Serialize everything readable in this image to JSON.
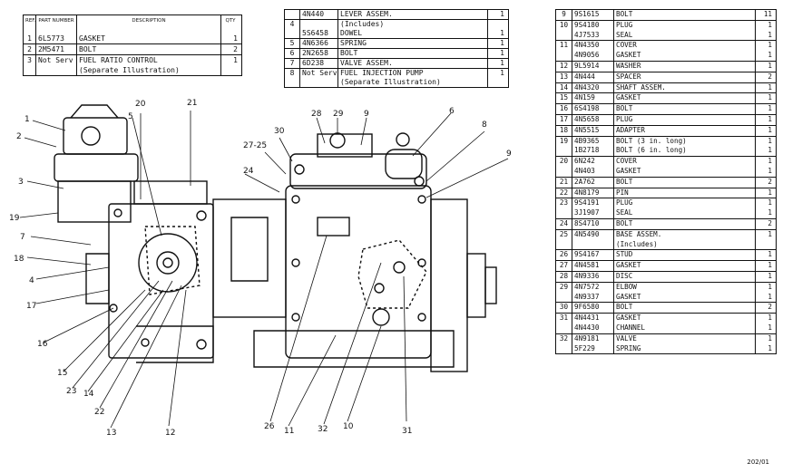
{
  "table1": {
    "headers": {
      "ref": "REF. NO.",
      "part": "PART NUMBER",
      "desc": "DESCRIPTION",
      "qty": "QTY"
    },
    "rows": [
      {
        "ref": "1",
        "part": "6L5773",
        "desc": "GASKET",
        "qty": "1"
      },
      {
        "ref": "2",
        "part": "2M5471",
        "desc": "BOLT",
        "qty": "2"
      },
      {
        "ref": "3",
        "part": "Not Serv",
        "desc": "FUEL RATIO CONTROL",
        "qty": "1"
      },
      {
        "ref": "",
        "part": "",
        "desc": "(Separate Illustration)",
        "qty": ""
      }
    ]
  },
  "table2": {
    "rows": [
      {
        "ref": "",
        "part": "4N440",
        "desc": "LEVER ASSEM.",
        "qty": "1"
      },
      {
        "ref": "4",
        "part": "",
        "desc": "(Includes)",
        "qty": ""
      },
      {
        "ref": "",
        "part": "5S6458",
        "desc": "DOWEL",
        "qty": "1"
      },
      {
        "ref": "5",
        "part": "4N6366",
        "desc": "SPRING",
        "qty": "1"
      },
      {
        "ref": "6",
        "part": "2N2658",
        "desc": "BOLT",
        "qty": "1"
      },
      {
        "ref": "7",
        "part": "6D238",
        "desc": "VALVE ASSEM.",
        "qty": "1"
      },
      {
        "ref": "8",
        "part": "Not Serv",
        "desc": "FUEL INJECTION PUMP",
        "qty": "1"
      },
      {
        "ref": "",
        "part": "",
        "desc": "(Separate Illustration)",
        "qty": ""
      }
    ]
  },
  "table3": {
    "rows": [
      {
        "ref": "9",
        "part": "9S1615",
        "desc": "BOLT",
        "qty": "11"
      },
      {
        "ref": "10",
        "part": "9S4180",
        "desc": "PLUG",
        "qty": "1"
      },
      {
        "ref": "",
        "part": "4J7533",
        "desc": "SEAL",
        "qty": "1"
      },
      {
        "ref": "11",
        "part": "4N4350",
        "desc": "COVER",
        "qty": "1"
      },
      {
        "ref": "",
        "part": "4N9056",
        "desc": "GASKET",
        "qty": "1"
      },
      {
        "ref": "12",
        "part": "9L5914",
        "desc": "WASHER",
        "qty": "1"
      },
      {
        "ref": "13",
        "part": "4N444",
        "desc": "SPACER",
        "qty": "2"
      },
      {
        "ref": "14",
        "part": "4N4320",
        "desc": "SHAFT ASSEM.",
        "qty": "1"
      },
      {
        "ref": "15",
        "part": "4N159",
        "desc": "GASKET",
        "qty": "1"
      },
      {
        "ref": "16",
        "part": "6S4198",
        "desc": "BOLT",
        "qty": "1"
      },
      {
        "ref": "17",
        "part": "4N5658",
        "desc": "PLUG",
        "qty": "1"
      },
      {
        "ref": "18",
        "part": "4N5515",
        "desc": "ADAPTER",
        "qty": "1"
      },
      {
        "ref": "19",
        "part": "4B9365",
        "desc": "BOLT (3 in. long)",
        "qty": "1"
      },
      {
        "ref": "",
        "part": "1B2718",
        "desc": "BOLT (6 in. long)",
        "qty": "1"
      },
      {
        "ref": "20",
        "part": "6N242",
        "desc": "COVER",
        "qty": "1"
      },
      {
        "ref": "",
        "part": "4N403",
        "desc": "GASKET",
        "qty": "1"
      },
      {
        "ref": "21",
        "part": "2A762",
        "desc": "BOLT",
        "qty": "2"
      },
      {
        "ref": "22",
        "part": "4N8179",
        "desc": "PIN",
        "qty": "1"
      },
      {
        "ref": "23",
        "part": "9S4191",
        "desc": "PLUG",
        "qty": "1"
      },
      {
        "ref": "",
        "part": "3J1907",
        "desc": "SEAL",
        "qty": "1"
      },
      {
        "ref": "24",
        "part": "8S4710",
        "desc": "BOLT",
        "qty": "2"
      },
      {
        "ref": "25",
        "part": "4N5490",
        "desc": "BASE ASSEM.",
        "qty": "1"
      },
      {
        "ref": "",
        "part": "",
        "desc": "(Includes)",
        "qty": ""
      },
      {
        "ref": "26",
        "part": "9S4167",
        "desc": "STUD",
        "qty": "1"
      },
      {
        "ref": "27",
        "part": "4N4581",
        "desc": "GASKET",
        "qty": "1"
      },
      {
        "ref": "28",
        "part": "4N9336",
        "desc": "DISC",
        "qty": "1"
      },
      {
        "ref": "29",
        "part": "4N7572",
        "desc": "ELBOW",
        "qty": "1"
      },
      {
        "ref": "",
        "part": "4N9337",
        "desc": "GASKET",
        "qty": "1"
      },
      {
        "ref": "30",
        "part": "9F6580",
        "desc": "BOLT",
        "qty": "2"
      },
      {
        "ref": "31",
        "part": "4N4431",
        "desc": "GASKET",
        "qty": "1"
      },
      {
        "ref": "",
        "part": "4N4430",
        "desc": "CHANNEL",
        "qty": "1"
      },
      {
        "ref": "32",
        "part": "4N9181",
        "desc": "VALVE",
        "qty": "1"
      },
      {
        "ref": "",
        "part": "5F229",
        "desc": "SPRING",
        "qty": "1"
      }
    ]
  },
  "callouts": [
    "1",
    "2",
    "3",
    "4",
    "5",
    "6",
    "7",
    "8",
    "9",
    "9",
    "10",
    "11",
    "12",
    "13",
    "14",
    "15",
    "16",
    "17",
    "18",
    "19",
    "20",
    "21",
    "22",
    "23",
    "24",
    "26",
    "27-25",
    "28",
    "29",
    "30",
    "31",
    "32"
  ],
  "doc_number": "202/01"
}
